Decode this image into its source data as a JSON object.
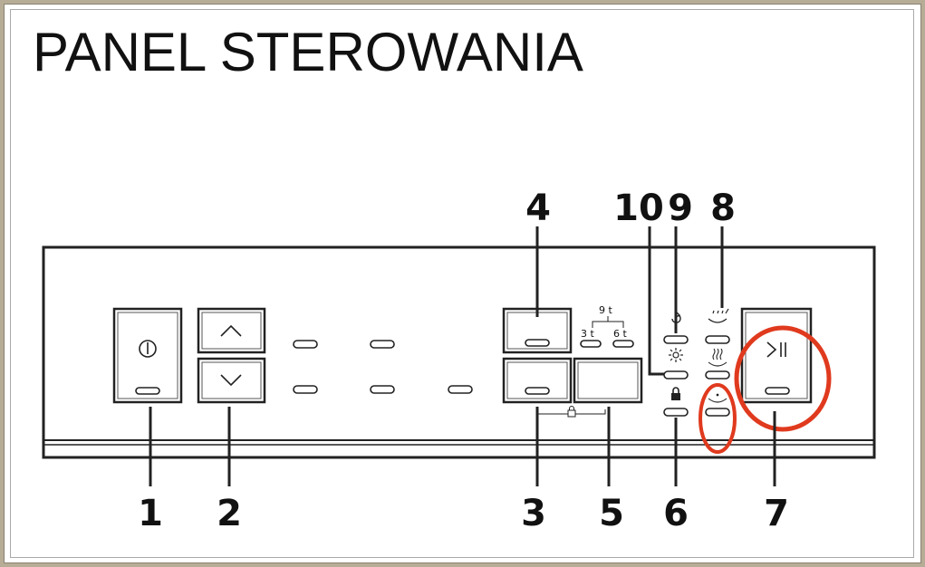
{
  "title": "PANEL STEROWANIA",
  "callouts": {
    "c1": "1",
    "c2": "2",
    "c3": "3",
    "c4": "4",
    "c5": "5",
    "c6": "6",
    "c7": "7",
    "c8": "8",
    "c9": "9",
    "c10": "10"
  },
  "load_labels": {
    "full": "9 t",
    "third": "3 t",
    "sixth": "6 t"
  },
  "icons": {
    "power": "power-icon",
    "up": "chevron-up-icon",
    "down": "chevron-down-icon",
    "play_pause": "play-pause-icon",
    "lock": "lock-icon",
    "rinse": "rinse-icon",
    "dry": "dry-icon",
    "steam": "steam-icon",
    "spin": "spin-icon"
  },
  "colors": {
    "highlight": "#e03a1e",
    "line": "#222222"
  }
}
